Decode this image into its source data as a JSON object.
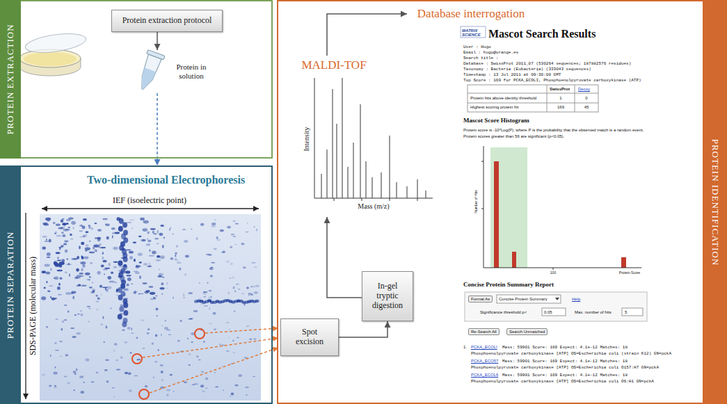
{
  "diagram": {
    "nodes": [
      {
        "text": [
          "PROTEIN EXTRACTION"
        ]
      },
      {
        "text": [
          "Protein extraction protocol"
        ],
        "in": 0
      },
      {
        "text": [
          "Protein in solution"
        ],
        "in": 0
      },
      {
        "text": [
          "PROTEIN SEPARATION",
          "Two-dimensional Electrophoresis"
        ]
      },
      {
        "text": [
          "PROTEIN IDENTIFICATION"
        ]
      },
      {
        "text": [
          "MALDI-TOF"
        ],
        "in": 4
      },
      {
        "text": [
          "Database interrogation"
        ],
        "in": 4
      },
      {
        "text": [
          "Spot excision"
        ],
        "in": 4
      },
      {
        "text": [
          "In-gel tryptic digestion"
        ],
        "in": 4
      }
    ],
    "edges": [
      {
        "from": 1,
        "to": 2,
        "arrow": "to"
      },
      {
        "from": 2,
        "to": 3,
        "arrow": "to"
      },
      {
        "from": 7,
        "to": 8,
        "arrow": "to"
      },
      {
        "from": 8,
        "to": 5,
        "arrow": "to"
      },
      {
        "from": 5,
        "to": 6,
        "arrow": "to"
      }
    ],
    "labels": [
      "IEF (isoelectric point)",
      "SDS-PAGE (molecular mass)",
      "Intensity",
      "Mass (m/z)",
      "MATRIX SCIENCE",
      "Mascot Search Results",
      "User : Hugo",
      "Email : hugo@orange.es",
      "Search title :",
      "Database : SwissProt 2011_07 (530264 sequences; 187882576 residues)",
      "Taxonomy : Bacteria (Eubacteria) (333043 sequences)",
      "Timestamp : 13 Jul 2011 at 09:30:00 GMT",
      "Top Score : 169 for PCKA_ECOLI, Phosphoenolpyruvate carboxykinase (ATP)",
      "SwissProt",
      "Decoy",
      "Protein hits above identity threshold",
      "1",
      "0",
      "Highest scoring protein hit",
      "169",
      "45",
      "Mascot Score Histogram",
      "Protein score is -10*Log(P), where P is the probability that the observed match is a random event.",
      "Protein scores greater than 56 are significant (p<0.05).",
      "Number of Hits",
      "100",
      "Protein Score",
      "Concise Protein Summary Report",
      "Format As",
      "Concise Protein Summary",
      "Help",
      "Significance threshold p<",
      "0.05",
      "Max. number of hits",
      "5",
      "Re-Search All",
      "Search Unmatched",
      "1.",
      "PCKA_ECOLI",
      "Mass: 59901 Score: 169 Expect: 4.1e-12 Matches: 18",
      "Phosphoenolpyruvate carboxykinase [ATP] OS=Escherichia coli (strain K12) GN=pckA",
      "PCKA_ECO57",
      "Mass: 59901 Score: 169 Expect: 4.1e-12 Matches: 18",
      "Phosphoenolpyruvate carboxykinase [ATP] OS=Escherichia coli O157:H7 GN=pckA",
      "PCKA_ECOL6",
      "Mass: 59901 Score: 169 Expect: 4.1e-12 Matches: 18",
      "Phosphoenolpyruvate carboxykinase [ATP] OS=Escherichia coli O6:H1 GN=pckA"
    ]
  }
}
